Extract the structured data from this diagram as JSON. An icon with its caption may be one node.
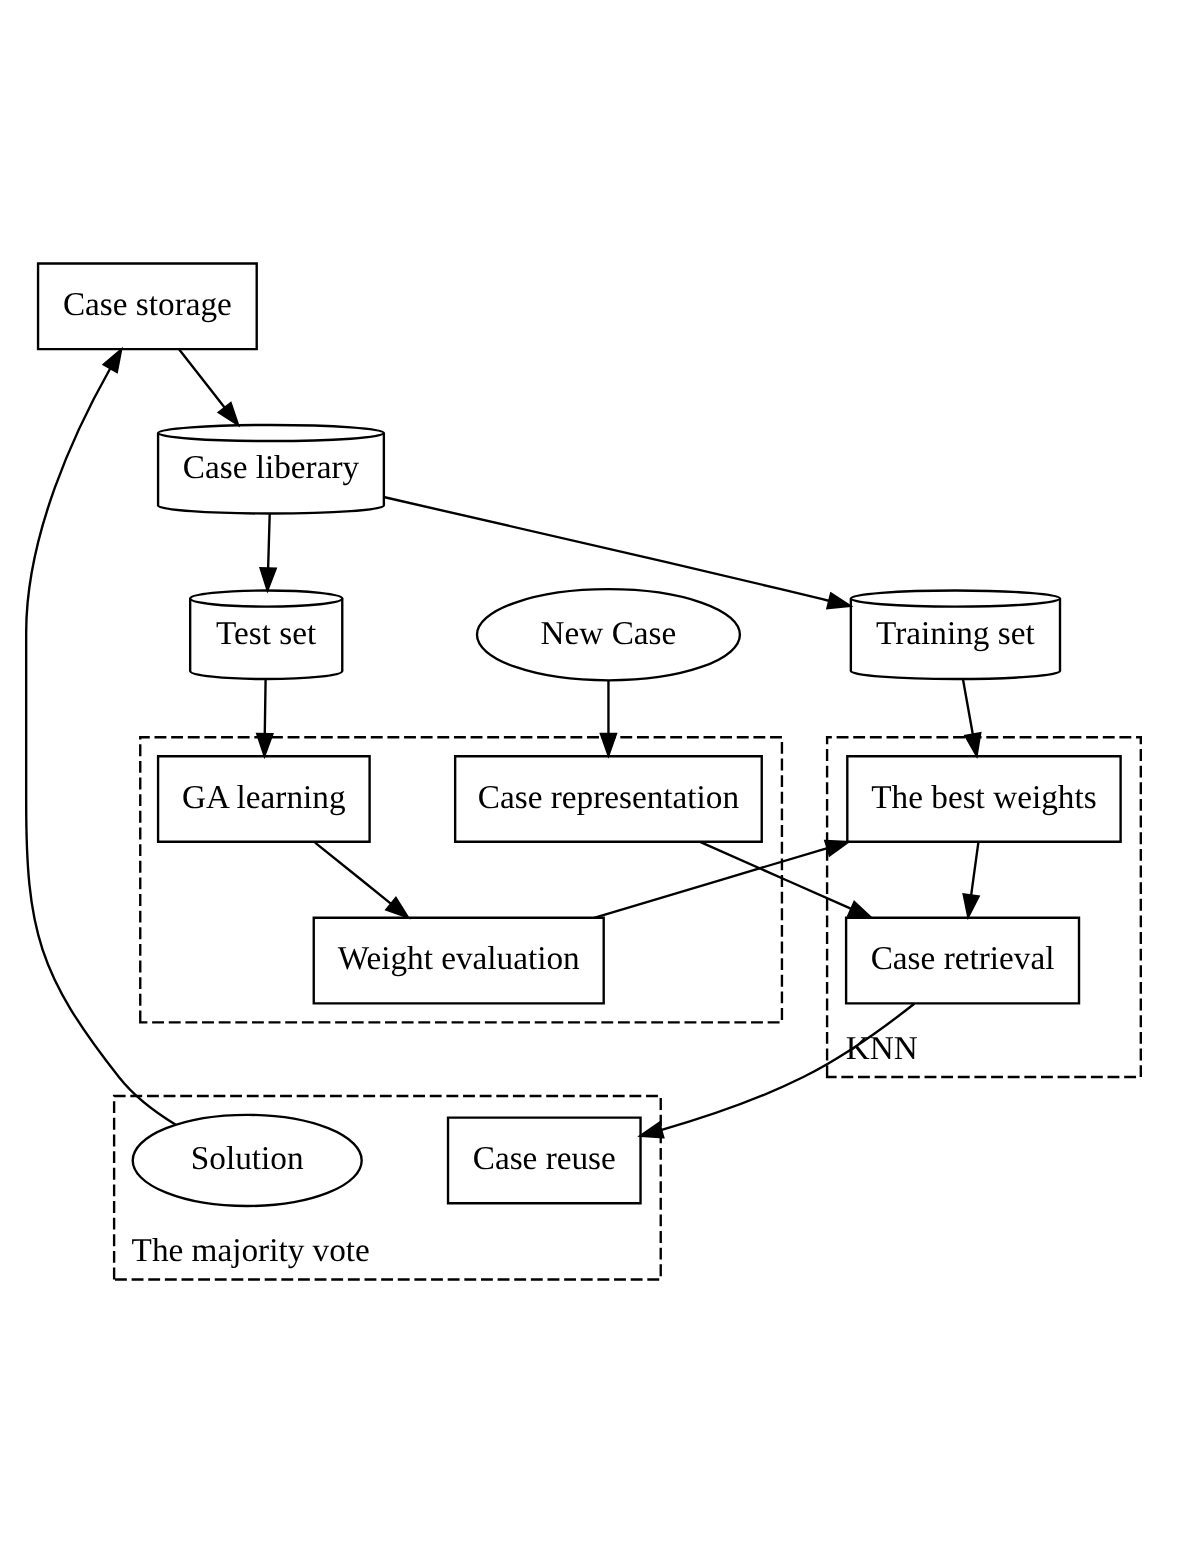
{
  "diagram": {
    "nodes": [
      {
        "text": [
          "Case liberary"
        ]
      },
      {
        "text": [
          "Case storage"
        ]
      },
      {
        "text": [
          "Training set"
        ]
      },
      {
        "text": [
          "Test set"
        ]
      },
      {
        "text": [
          "New Case"
        ]
      },
      {
        "text": [],
        "shape": "box"
      },
      {
        "text": [
          "GA learning"
        ],
        "in": 5
      },
      {
        "text": [
          "Weight evaluation"
        ],
        "in": 5
      },
      {
        "text": [
          "Case representation"
        ],
        "in": 5
      },
      {
        "text": [
          "KNN"
        ]
      },
      {
        "text": [
          "The best weights"
        ],
        "in": 9
      },
      {
        "text": [
          "Case retrieval"
        ],
        "in": 9
      },
      {
        "text": [
          "The majority vote"
        ]
      },
      {
        "text": [
          "Case reuse"
        ],
        "in": 12
      },
      {
        "text": [
          "Solution"
        ],
        "in": 12
      }
    ],
    "edges": [
      {
        "from": 1,
        "to": 0,
        "arrow": "to"
      },
      {
        "from": 0,
        "to": 2,
        "arrow": "to"
      },
      {
        "from": 0,
        "to": 3,
        "arrow": "to"
      },
      {
        "from": 3,
        "to": 6,
        "arrow": "to"
      },
      {
        "from": 6,
        "to": 7,
        "arrow": "to"
      },
      {
        "from": 4,
        "to": 8,
        "arrow": "to"
      },
      {
        "from": 7,
        "to": 10,
        "arrow": "to"
      },
      {
        "from": 8,
        "to": 11,
        "arrow": "to"
      },
      {
        "from": 2,
        "to": 10,
        "arrow": "to"
      },
      {
        "from": 10,
        "to": 11,
        "arrow": "to"
      },
      {
        "from": 11,
        "to": 13,
        "arrow": "to"
      },
      {
        "from": 14,
        "to": 1,
        "arrow": "to"
      }
    ]
  }
}
